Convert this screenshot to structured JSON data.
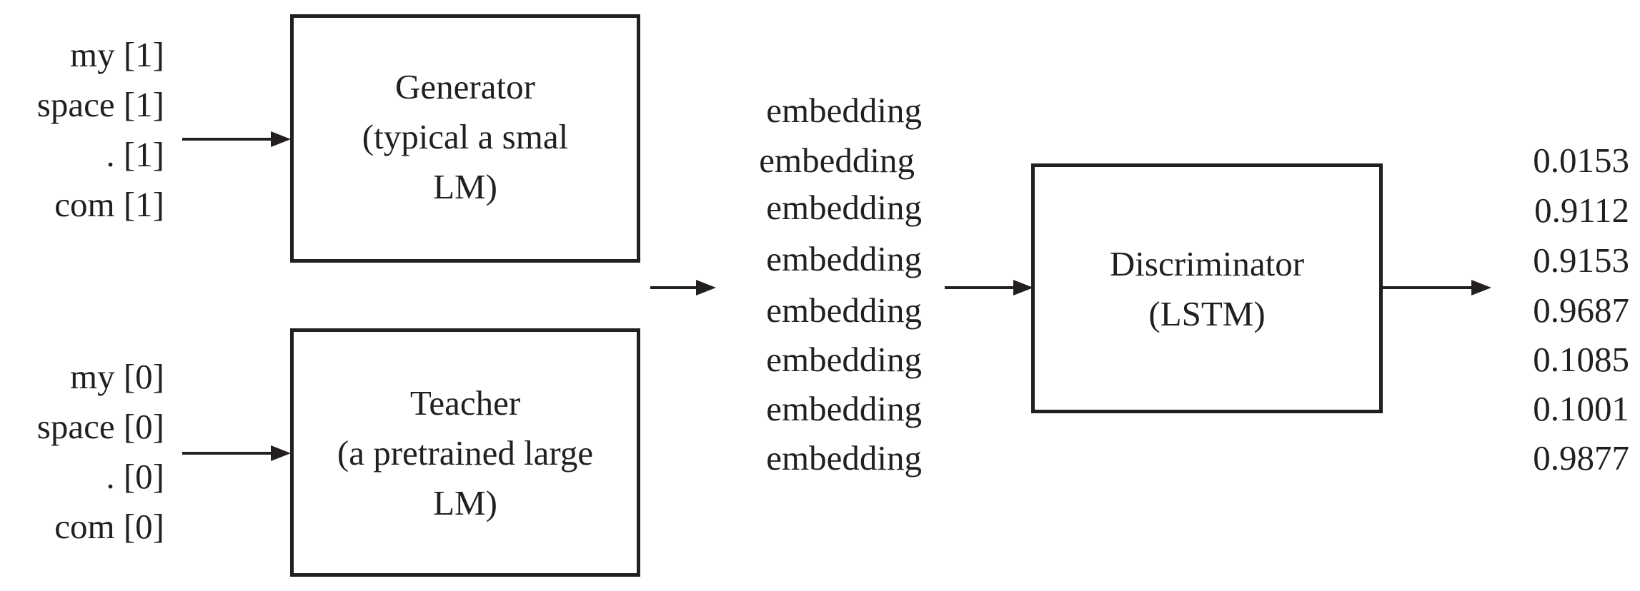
{
  "generator_inputs": [
    "my [1]",
    "space [1]",
    ". [1]",
    "com [1]"
  ],
  "teacher_inputs": [
    "my [0]",
    "space [0]",
    ". [0]",
    "com [0]"
  ],
  "generator": {
    "lines": [
      "Generator",
      "(typical a smal",
      "LM)"
    ]
  },
  "teacher": {
    "lines": [
      "Teacher",
      "(a pretrained large",
      "LM)"
    ]
  },
  "embeddings": [
    "embedding",
    "embedding",
    "embedding",
    "embedding",
    "embedding",
    "embedding",
    "embedding",
    "embedding"
  ],
  "discriminator": {
    "lines": [
      "Discriminator",
      "(LSTM)"
    ]
  },
  "outputs": [
    "0.0153",
    "0.9112",
    "0.9153",
    "0.9687",
    "0.1085",
    "0.1001",
    "0.9877"
  ],
  "colors": {
    "stroke": "#231f20",
    "background": "#ffffff"
  }
}
